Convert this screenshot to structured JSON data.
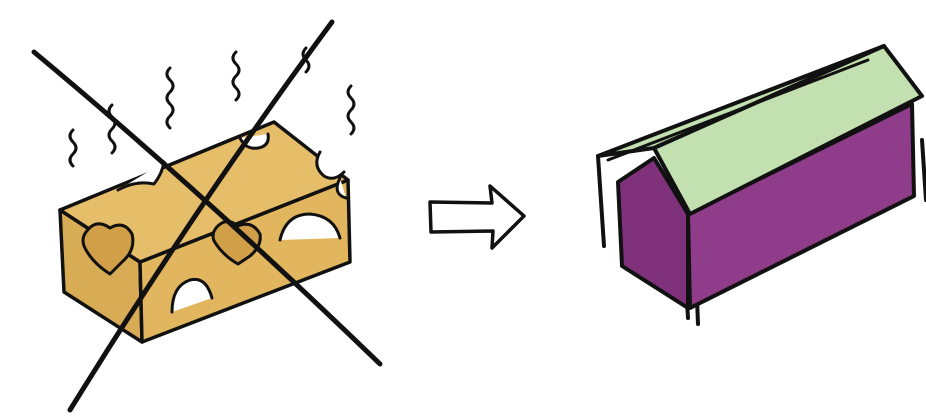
{
  "colors": {
    "background": "#ffffff",
    "ink": "#111111",
    "block_fill": "#e2b65e",
    "block_fill_dark": "#d4a64e",
    "roof_fill": "#c3e1b0",
    "shed_wall_fill": "#8f3c8b",
    "shed_wall_dark": "#7d3079",
    "arrow_fill": "#ffffff"
  },
  "icons": {
    "heat_waves": "wavy-heat-lines",
    "cross_out": "x-mark",
    "direction": "right-arrow"
  },
  "left_panel": {
    "subject": "porous-solid-block",
    "state": "crossed-out"
  },
  "right_panel": {
    "subject": "shed-with-gable-roof"
  }
}
